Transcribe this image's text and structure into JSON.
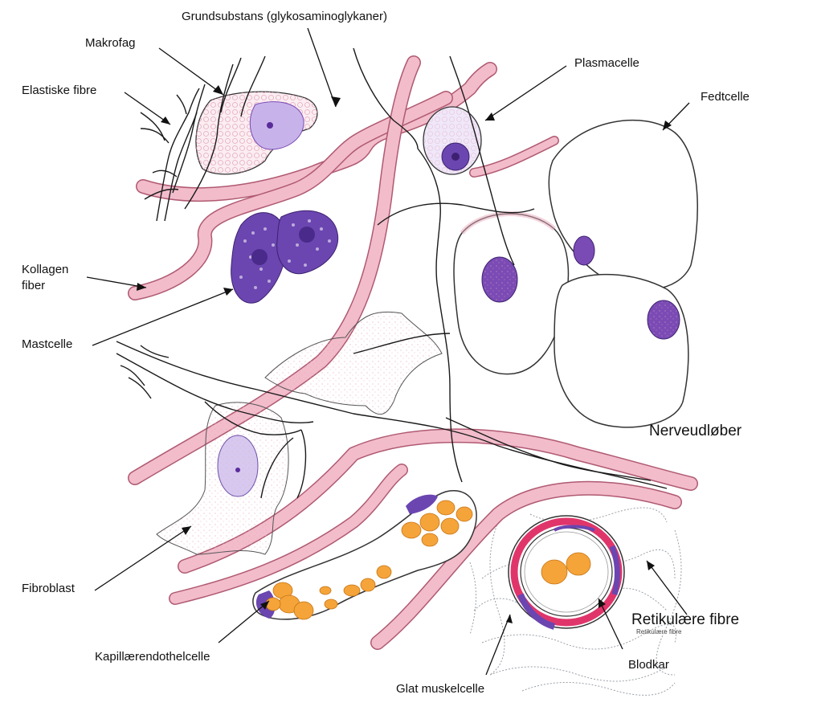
{
  "labels": {
    "grundsubstans": "Grundsubstans (glykosaminoglykaner)",
    "makrofag": "Makrofag",
    "elastiske_fibre": "Elastiske fibre",
    "plasmacelle": "Plasmacelle",
    "fedtcelle": "Fedtcelle",
    "kollagen_line1": "Kollagen",
    "kollagen_line2": "fiber",
    "mastcelle": "Mastcelle",
    "nerveudlober": "Nerveudløber",
    "fibroblast": "Fibroblast",
    "retikulaere_fibre": "Retikulære fibre",
    "retikulaere_fibre_small": "Retikulære fibre",
    "kapillaerendothelcelle": "Kapillærendothelcelle",
    "blodkar": "Blodkar",
    "glat_muskelcelle": "Glat muskelcelle"
  },
  "colors": {
    "collagen": "#f2bccb",
    "collagen_edge": "#b05a72",
    "nucleus": "#7b4bb5",
    "nucleus_light": "#c5b3e6",
    "cytoplasm": "#fbeef2",
    "erythrocyte": "#f5a43a",
    "smooth_muscle": "#e0356b",
    "line": "#1a1a1a"
  }
}
